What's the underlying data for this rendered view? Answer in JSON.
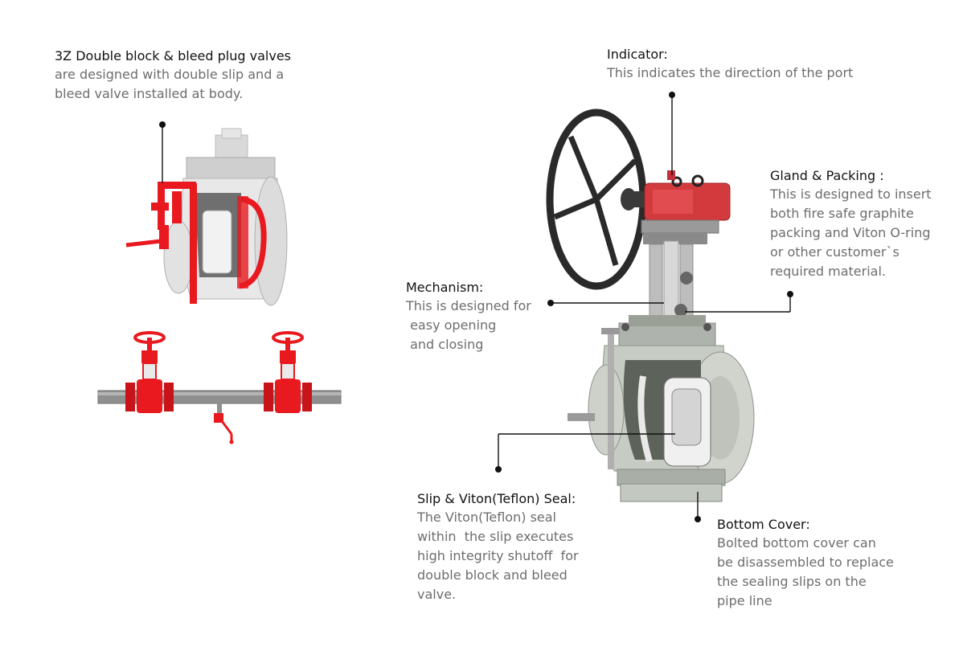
{
  "intro": {
    "title": "3Z Double block & bleed plug valves",
    "lines": [
      "are designed with double slip and a",
      "bleed valve installed at body."
    ]
  },
  "callouts": {
    "indicator": {
      "title": "Indicator:",
      "lines": [
        "This indicates the direction of the port"
      ]
    },
    "gland": {
      "title": "Gland & Packing :",
      "lines": [
        "This is designed to insert",
        "both fire safe graphite",
        "packing and Viton O-ring",
        "or other customer`s",
        "required material."
      ]
    },
    "mechanism": {
      "title": "Mechanism:",
      "lines": [
        "This is designed for",
        " easy opening",
        " and closing"
      ]
    },
    "slip": {
      "title": "Slip & Viton(Teflon) Seal:",
      "lines": [
        "The Viton(Teflon) seal",
        "within  the slip executes",
        "high integrity shutoff  for",
        "double block and bleed",
        "valve."
      ]
    },
    "bottom": {
      "title": "Bottom Cover:",
      "lines": [
        "Bolted bottom cover can",
        "be disassembled to replace",
        "the sealing slips on the",
        "pipe line"
      ]
    }
  },
  "colors": {
    "accent_red": "#e8191f",
    "body_gray": "#e4e4e4",
    "dark_gray": "#8a8a8a",
    "handwheel": "#2a2a2a",
    "leader": "#111111"
  }
}
